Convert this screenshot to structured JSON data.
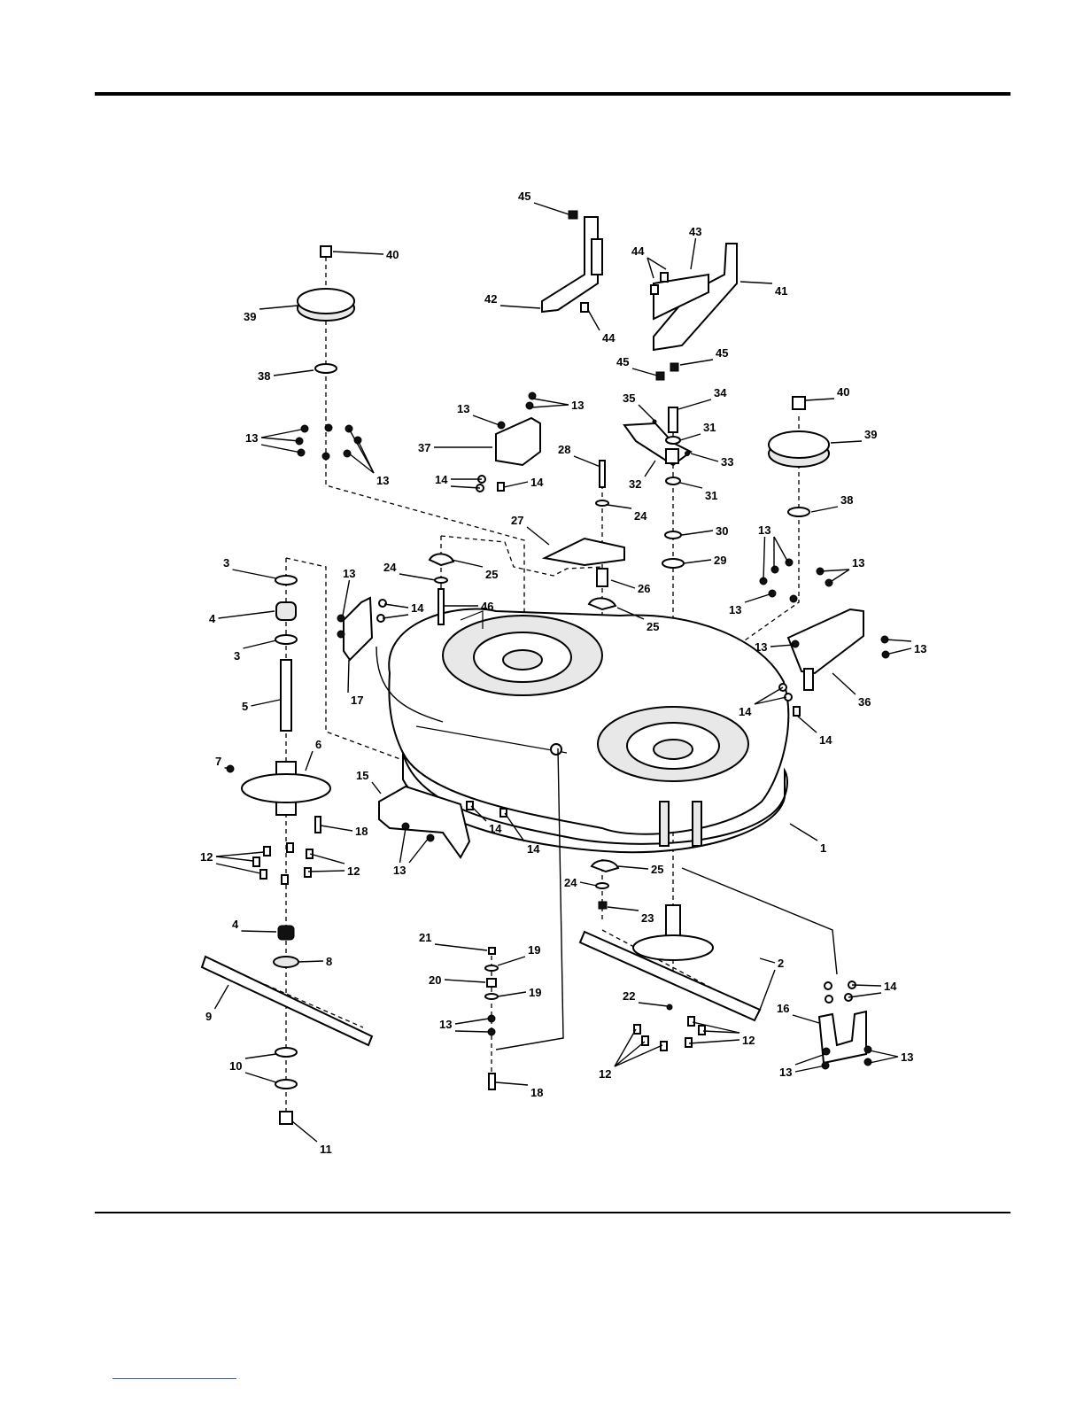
{
  "figure": {
    "labels": [
      "1",
      "2",
      "3",
      "4",
      "5",
      "6",
      "7",
      "8",
      "9",
      "10",
      "11",
      "12",
      "13",
      "14",
      "15",
      "16",
      "17",
      "18",
      "19",
      "20",
      "21",
      "22",
      "23",
      "24",
      "25",
      "26",
      "27",
      "28",
      "29",
      "30",
      "31",
      "32",
      "33",
      "34",
      "35",
      "36",
      "37",
      "38",
      "39",
      "40",
      "41",
      "42",
      "43",
      "44",
      "45",
      "46"
    ]
  }
}
